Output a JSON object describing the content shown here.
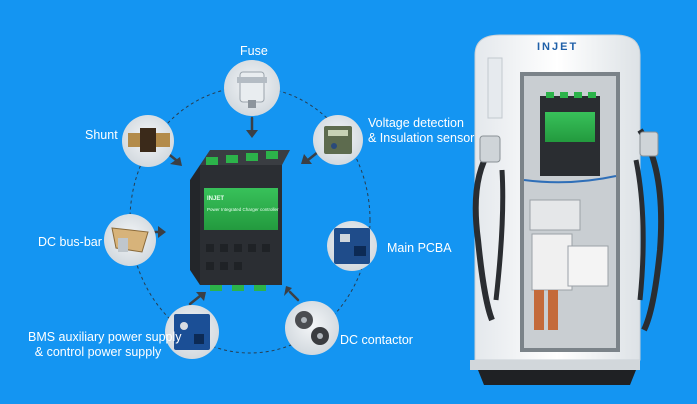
{
  "components": {
    "fuse": {
      "label": "Fuse"
    },
    "voltage": {
      "line1": "Voltage detection",
      "line2": "& Insulation sensor"
    },
    "shunt": {
      "label": "Shunt"
    },
    "busbar": {
      "label": "DC bus-bar"
    },
    "pcba": {
      "label": "Main PCBA"
    },
    "bms": {
      "line1": "BMS auxiliary power supply",
      "line2": "& control power supply"
    },
    "contactor": {
      "label": "DC contactor"
    }
  },
  "controller": {
    "brand": "INJET",
    "title": "Power Integrated Charger controller"
  },
  "charger": {
    "brand": "INJET"
  },
  "colors": {
    "background": "#1495f2",
    "module_green": "#2cb34a",
    "module_dark": "#2b2e33",
    "arrow": "#3b3f45"
  }
}
